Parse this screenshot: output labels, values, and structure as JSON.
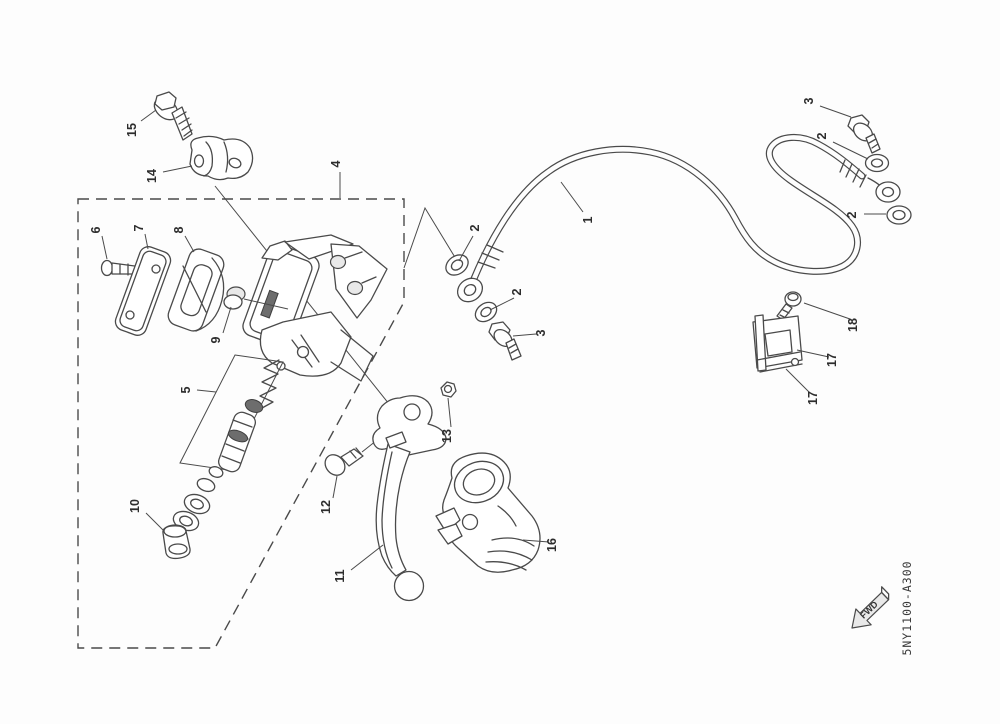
{
  "diagram": {
    "code": "5NY1100-A300",
    "fwd_label": "FWD",
    "callouts": [
      "15",
      "14",
      "4",
      "6",
      "7",
      "8",
      "9",
      "5",
      "10",
      "12",
      "11",
      "13",
      "16",
      "1",
      "2",
      "2",
      "3",
      "3",
      "2",
      "2",
      "18",
      "17",
      "17"
    ]
  }
}
